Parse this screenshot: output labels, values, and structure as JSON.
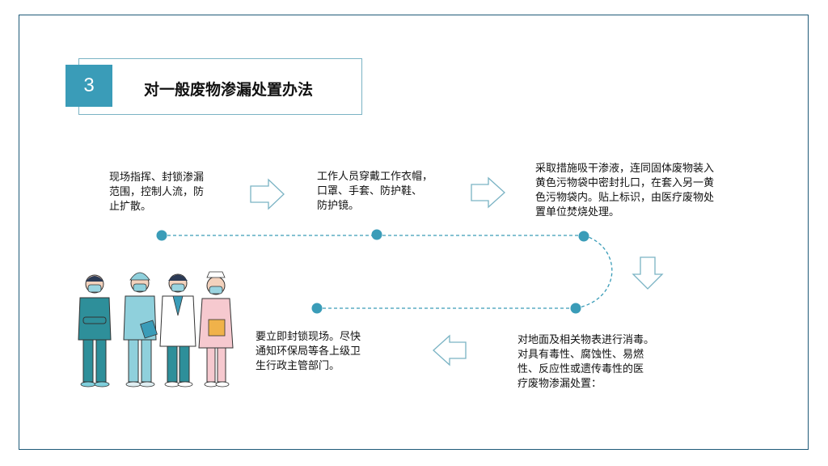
{
  "header": {
    "number": "3",
    "title": "对一般废物渗漏处置办法"
  },
  "steps": [
    {
      "lines": [
        "现场指挥、封锁渗漏",
        "范围，控制人流，防",
        "止扩散。"
      ]
    },
    {
      "lines": [
        "工作人员穿戴工作衣帽，",
        "口罩、手套、防护鞋、",
        "防护镜。"
      ]
    },
    {
      "lines": [
        "采取措施吸干渗液，连同固体废物装入",
        "黄色污物袋中密封扎口，在套入另一黄",
        "色污物袋内。贴上标识，由医疗废物处",
        "置单位焚烧处理。"
      ]
    },
    {
      "lines": [
        "对地面及相关物表进行消毒。",
        "对具有毒性、腐蚀性、易燃",
        "性、反应性或遗传毒性的医",
        "疗废物渗漏处置："
      ]
    },
    {
      "lines": [
        "要立即封锁现场。尽快",
        "通知环保局等各上级卫",
        "生行政主管部门。"
      ]
    }
  ],
  "colors": {
    "accent": "#3a9cb8",
    "frame": "#1f5a78",
    "arrow": "#7ab3c4"
  }
}
